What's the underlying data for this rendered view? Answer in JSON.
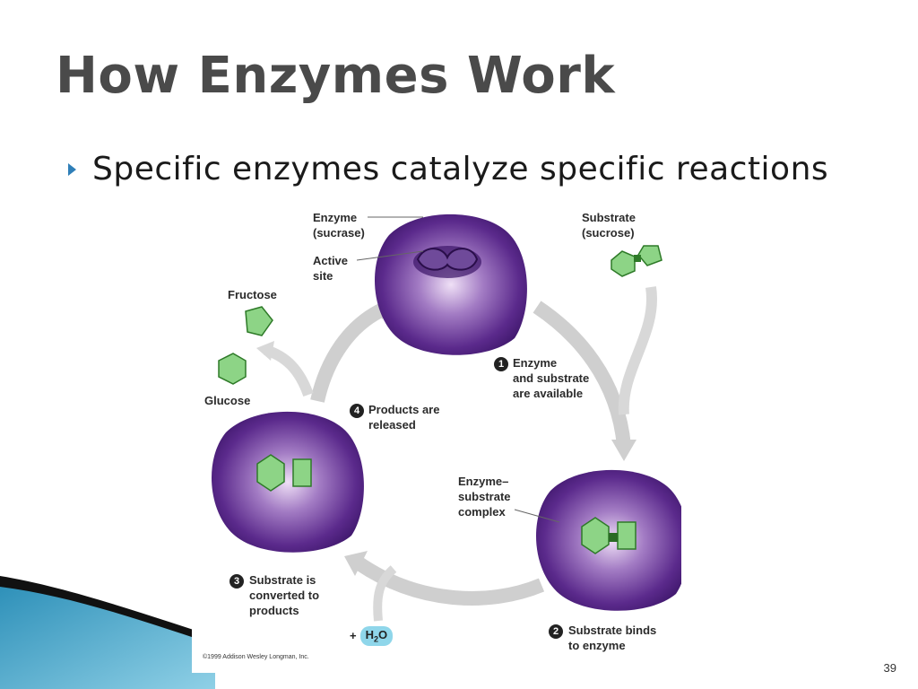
{
  "slide": {
    "title": "How Enzymes Work",
    "bullet": "Specific enzymes catalyze specific reactions",
    "page_number": "39"
  },
  "diagram": {
    "labels": {
      "enzyme": "Enzyme",
      "enzyme_name": "(sucrase)",
      "active": "Active",
      "site": "site",
      "substrate": "Substrate",
      "substrate_name": "(sucrose)",
      "fructose": "Fructose",
      "glucose": "Glucose",
      "complex_1": "Enzyme–",
      "complex_2": "substrate",
      "complex_3": "complex",
      "water_plus": "+",
      "water": "H",
      "water_sub": "2",
      "water_o": "O"
    },
    "steps": [
      {
        "num": "1",
        "line1": "Enzyme",
        "line2": "and substrate",
        "line3": "are available"
      },
      {
        "num": "2",
        "line1": "Substrate binds",
        "line2": "to enzyme"
      },
      {
        "num": "3",
        "line1": "Substrate is",
        "line2": "converted to",
        "line3": "products"
      },
      {
        "num": "4",
        "line1": "Products are",
        "line2": "released"
      }
    ],
    "copyright": "©1999 Addison Wesley Longman, Inc."
  },
  "colors": {
    "enzyme": "#5b2a8c",
    "substrate": "#7ec87a",
    "accent": "#2f7fb8"
  }
}
